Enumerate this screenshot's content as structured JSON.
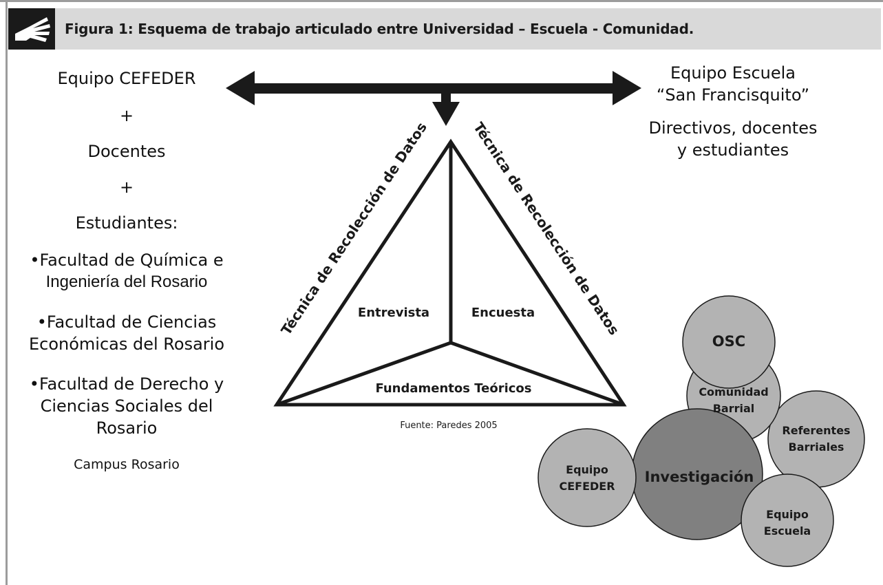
{
  "header": {
    "title": "Figura 1: Esquema de trabajo articulado entre Universidad – Escuela - Comunidad."
  },
  "left": {
    "line1": "Equipo CEFEDER",
    "plus1": "+",
    "line2": "Docentes",
    "plus2": "+",
    "line3": "Estudiantes:",
    "fac1_a": "•Facultad de Química e",
    "fac1_b": "Ingeniería del Rosario",
    "fac2_a": "•Facultad de Ciencias",
    "fac2_b": "Económicas del Rosario",
    "fac3_a": "•Facultad de Derecho y",
    "fac3_b": "Ciencias Sociales del",
    "fac3_c": "Rosario",
    "campus": "Campus  Rosario"
  },
  "right": {
    "team_line1": "Equipo Escuela",
    "team_line2": "“San Francisquito”",
    "members_line1": "Directivos, docentes",
    "members_line2": "y estudiantes"
  },
  "triangle": {
    "left_side": "Técnica de Recolección de Datos",
    "right_side": "Técnica de Recolección de Datos",
    "left_section": "Entrevista",
    "right_section": "Encuesta",
    "base_section": "Fundamentos Teóricos",
    "source": "Fuente: Paredes 2005"
  },
  "circles": {
    "osc": "OSC",
    "comunidad_1": "Comunidad",
    "comunidad_2": "Barrial",
    "referentes_1": "Referentes",
    "referentes_2": "Barriales",
    "investigacion": "Investigación",
    "cefeder_1": "Equipo",
    "cefeder_2": "CEFEDER",
    "escuela_1": "Equipo",
    "escuela_2": "Escuela"
  },
  "colors": {
    "header_bar": "#d9d9d9",
    "dark": "#1a1a1a",
    "circle_light": "#b3b3b3",
    "circle_dark": "#808080"
  }
}
